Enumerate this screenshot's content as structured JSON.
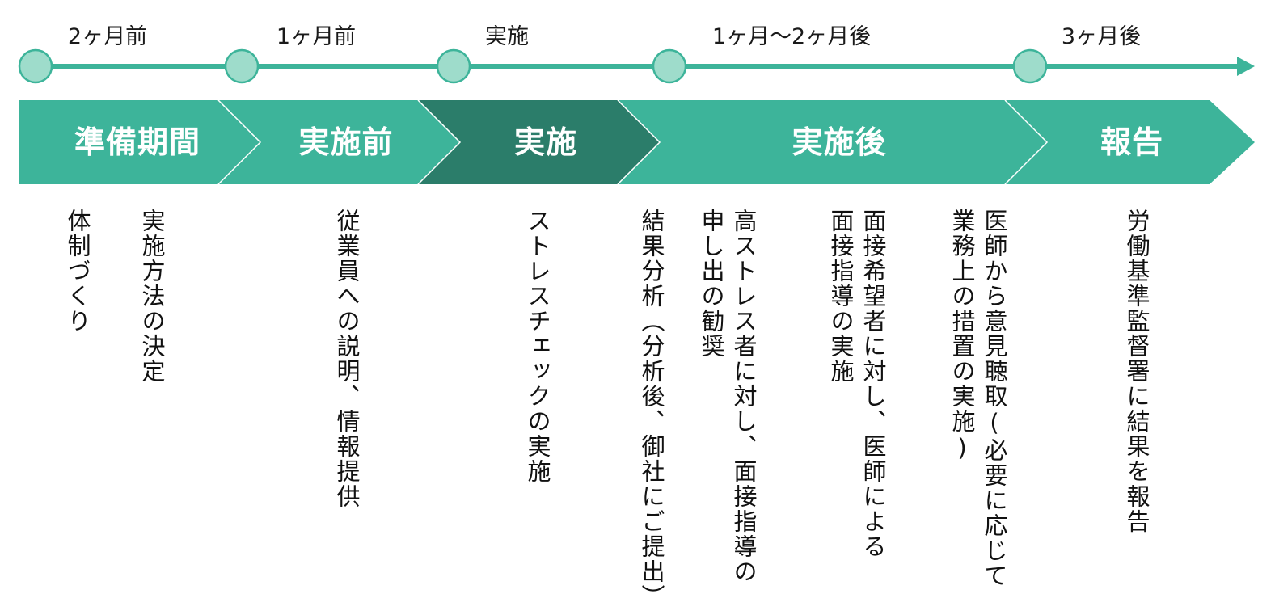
{
  "colors": {
    "line": "#3db49a",
    "marker_fill": "#9edccb",
    "phase": "#3db49a",
    "phase_active": "#2b7d6a",
    "text": "#111111"
  },
  "timeline": {
    "milestones": [
      {
        "label": "2ヶ月前"
      },
      {
        "label": "1ヶ月前"
      },
      {
        "label": "実施"
      },
      {
        "label": "1ヶ月〜2ヶ月後"
      },
      {
        "label": "3ヶ月後"
      }
    ]
  },
  "phases": [
    {
      "label": "準備期間",
      "active": false
    },
    {
      "label": "実施前",
      "active": false
    },
    {
      "label": "実施",
      "active": true
    },
    {
      "label": "実施後",
      "active": false
    },
    {
      "label": "報告",
      "active": false
    }
  ],
  "tasks": [
    {
      "lines": [
        "体制づくり"
      ]
    },
    {
      "lines": [
        "実施方法の決定"
      ]
    },
    {
      "lines": [
        "従業員への説明、情報提供"
      ]
    },
    {
      "lines": [
        "ストレスチェックの実施"
      ]
    },
    {
      "lines": [
        "結果分析（分析後、御社にご提出）"
      ]
    },
    {
      "lines": [
        "高ストレス者に対し、面接指導の",
        "申し出の勧奨"
      ]
    },
    {
      "lines": [
        "面接希望者に対し、医師による",
        "面接指導の実施"
      ]
    },
    {
      "lines": [
        "医師から意見聴取(必要に応じて",
        "業務上の措置の実施)"
      ]
    },
    {
      "lines": [
        "労働基準監督署に結果を報告"
      ]
    }
  ]
}
